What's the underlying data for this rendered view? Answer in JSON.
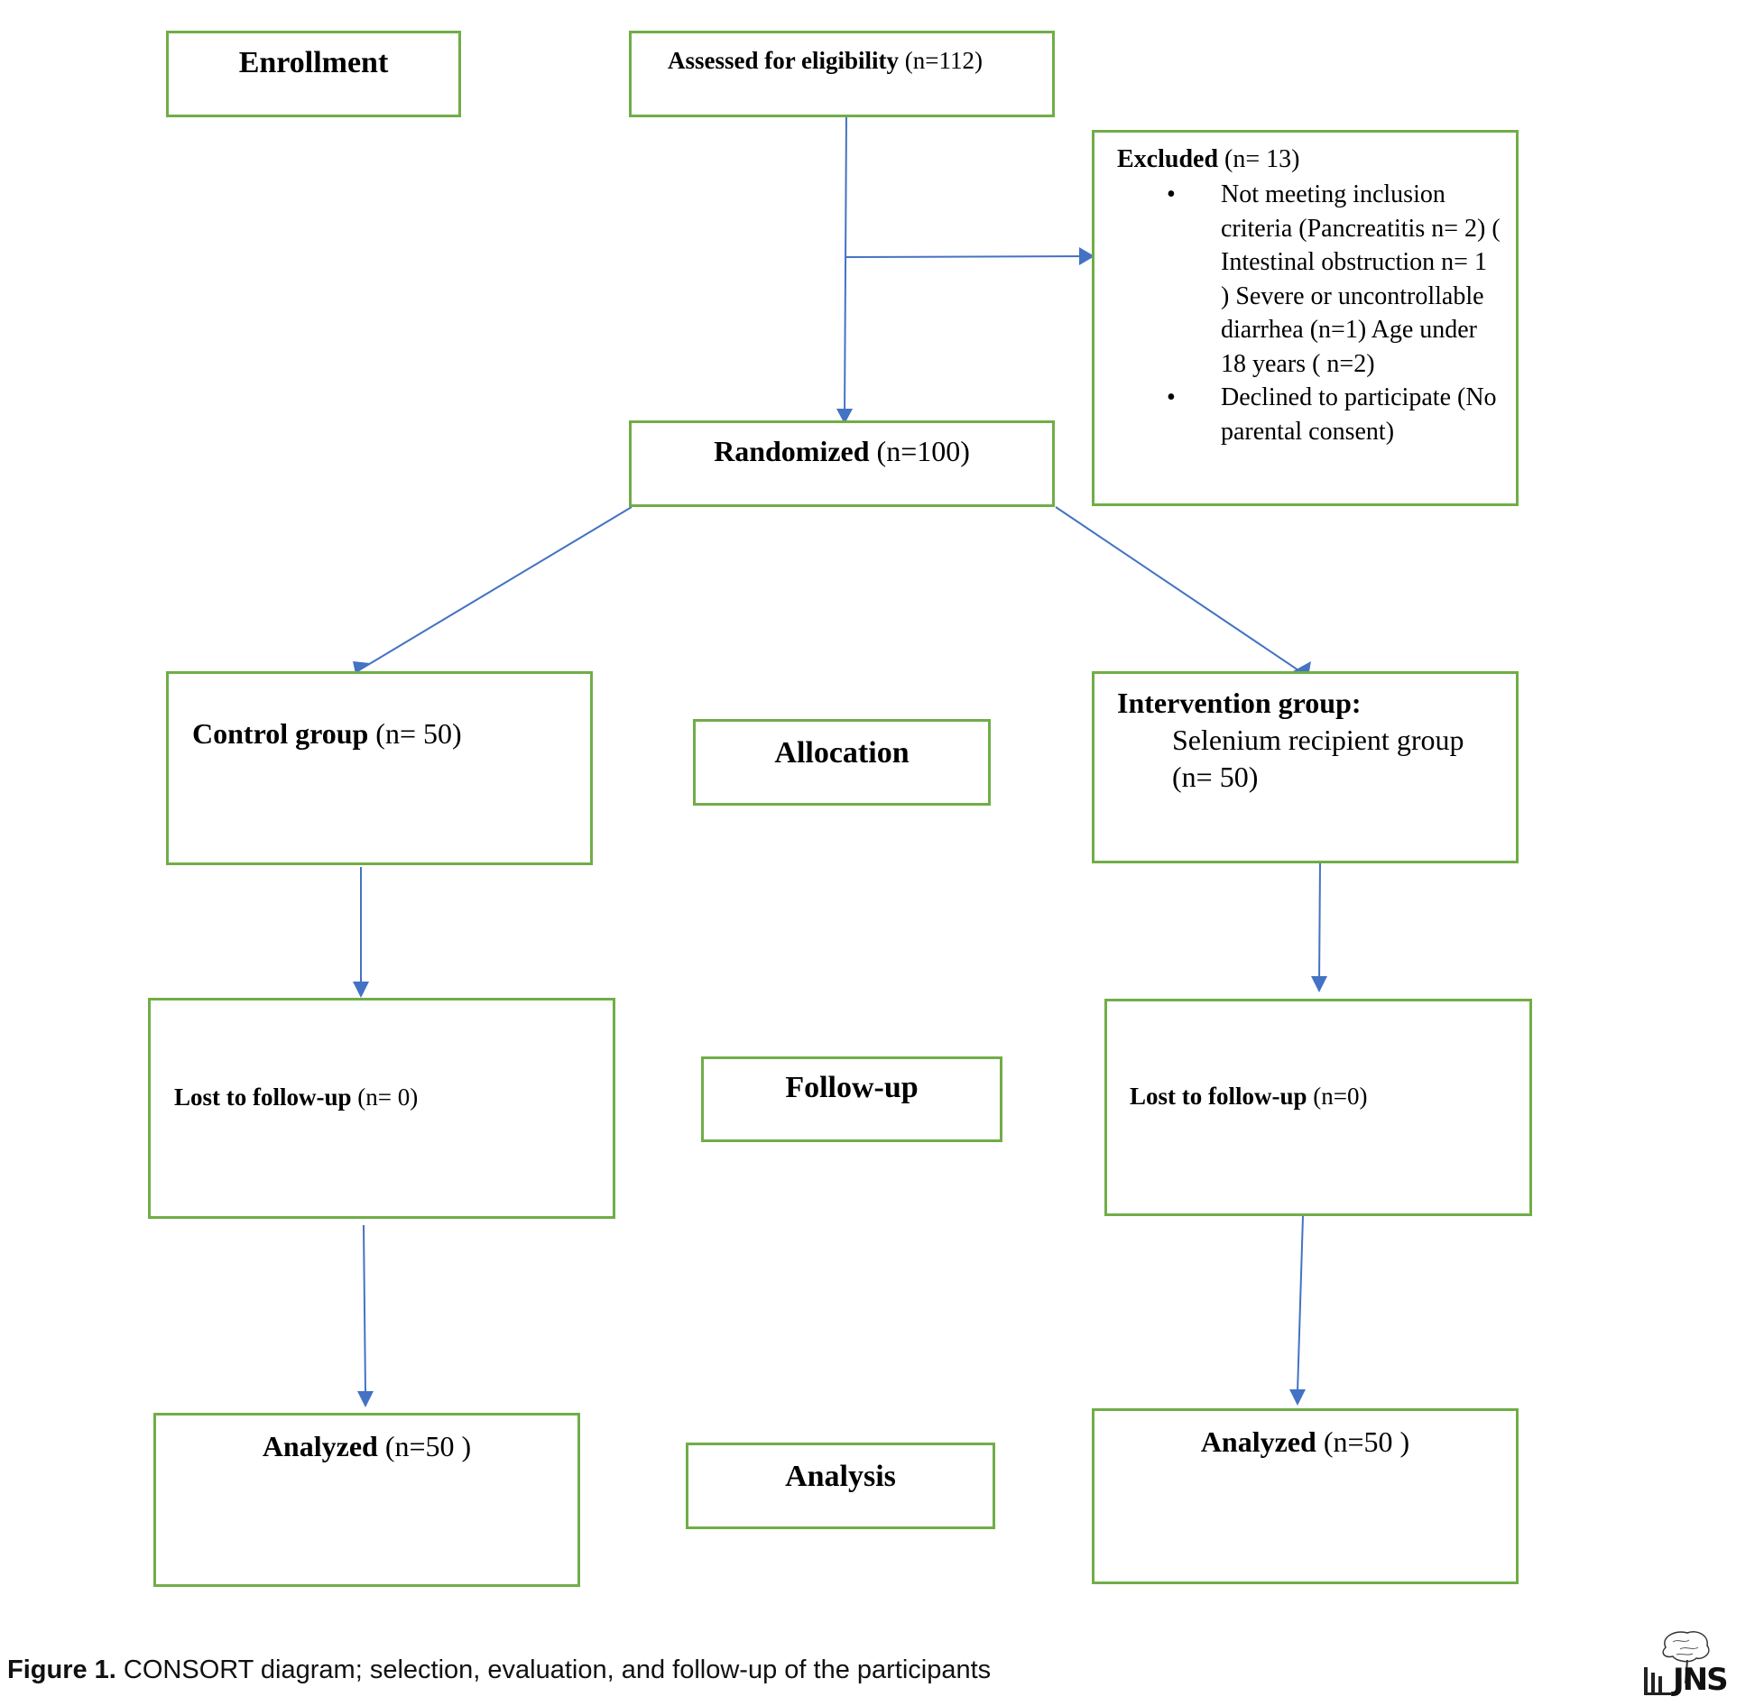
{
  "stages": {
    "enrollment": "Enrollment",
    "allocation": "Allocation",
    "followup": "Follow-up",
    "analysis": "Analysis"
  },
  "assessed": {
    "label": "Assessed for eligibility",
    "n": "(n=112)"
  },
  "excluded": {
    "label": "Excluded",
    "n": "(n= 13)",
    "items": [
      "Not meeting inclusion criteria (Pancreatitis n= 2) ( Intestinal obstruction n= 1 ) Severe or uncontrollable diarrhea (n=1) Age under 18 years ( n=2)",
      "Declined to participate (No parental consent)"
    ]
  },
  "randomized": {
    "label": "Randomized",
    "n": "(n=100)"
  },
  "control": {
    "label": "Control group",
    "n": "(n= 50)"
  },
  "intervention": {
    "label": "Intervention group:",
    "sub": "Selenium recipient group",
    "n": "(n= 50)"
  },
  "lost_control": {
    "label": "Lost to follow-up",
    "n": "(n= 0)"
  },
  "lost_intervention": {
    "label": "Lost to follow-up",
    "n": "(n=0)"
  },
  "analyzed_control": {
    "label": "Analyzed",
    "n": "(n=50 )"
  },
  "analyzed_intervention": {
    "label": "Analyzed",
    "n": "(n=50  )"
  },
  "caption": {
    "label": "Figure 1.",
    "text": "CONSORT diagram; selection, evaluation, and follow-up of the participants"
  },
  "colors": {
    "box_border": "#70ad47",
    "arrow": "#4472c4"
  },
  "logo": {
    "text": "JNS"
  }
}
